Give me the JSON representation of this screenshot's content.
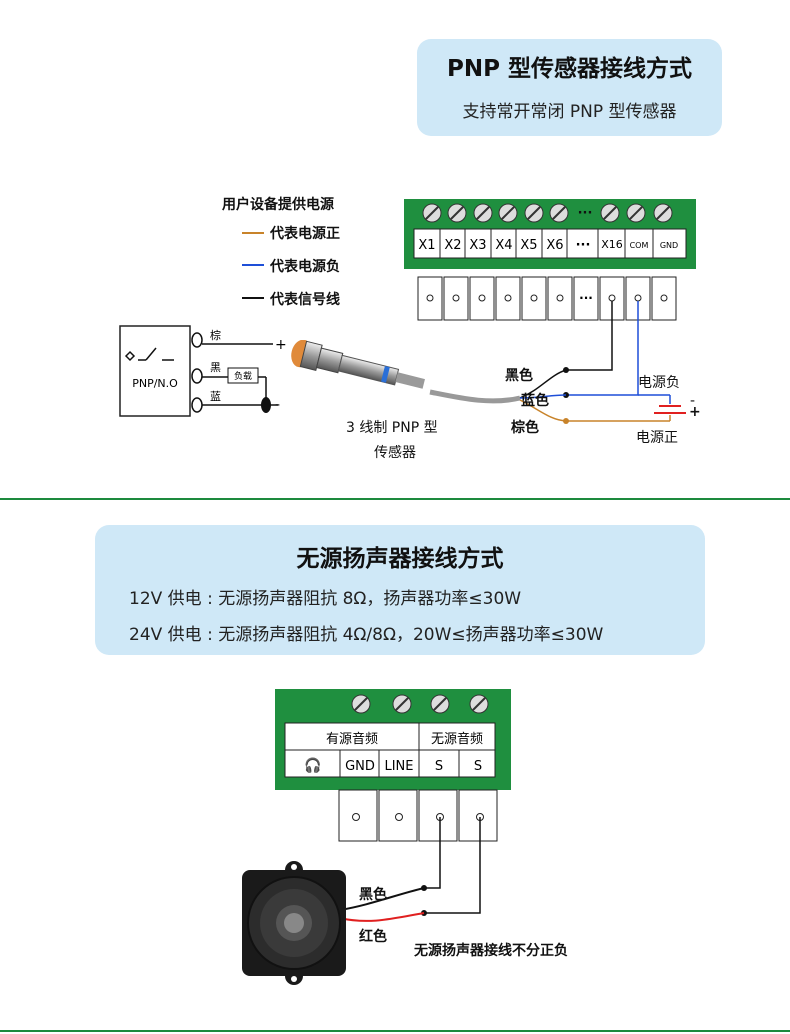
{
  "pnp_section": {
    "title": "PNP 型传感器接线方式",
    "subtitle": "支持常开常闭 PNP 型传感器",
    "legend_title": "用户设备提供电源",
    "legend": [
      {
        "label": "代表电源正",
        "color": "#c8832a"
      },
      {
        "label": "代表电源负",
        "color": "#1e4fd8"
      },
      {
        "label": "代表信号线",
        "color": "#111111"
      }
    ],
    "terminals": [
      "X1",
      "X2",
      "X3",
      "X4",
      "X5",
      "X6",
      "···",
      "X16",
      "COM",
      "GND"
    ],
    "screw_ellipsis": "···",
    "schematic": {
      "label": "PNP/N.O",
      "wire_brown": "棕",
      "wire_black": "黑",
      "wire_blue": "蓝",
      "load": "负载",
      "plus": "+",
      "minus": "-"
    },
    "sensor_caption_1": "3 线制 PNP 型",
    "sensor_caption_2": "传感器",
    "wire_labels": {
      "black": "黑色",
      "blue": "蓝色",
      "brown": "棕色"
    },
    "power_neg": "电源负",
    "power_pos": "电源正",
    "battery_minus": "-",
    "battery_plus": "+"
  },
  "speaker_section": {
    "title": "无源扬声器接线方式",
    "line1": "12V 供电 : 无源扬声器阻抗 8Ω，扬声器功率≤30W",
    "line2": "24V 供电 : 无源扬声器阻抗 4Ω/8Ω，20W≤扬声器功率≤30W",
    "group_active": "有源音频",
    "group_passive": "无源音频",
    "terminals": [
      "🎧",
      "GND",
      "LINE",
      "S",
      "S"
    ],
    "wire_black": "黑色",
    "wire_red": "红色",
    "note": "无源扬声器接线不分正负"
  },
  "colors": {
    "board_green": "#1f8f3f",
    "info_box": "#cfe8f7",
    "separator": "#1d8a3e",
    "brown_wire": "#c8832a",
    "blue_wire": "#1e4fd8",
    "red_wire": "#e02020"
  }
}
